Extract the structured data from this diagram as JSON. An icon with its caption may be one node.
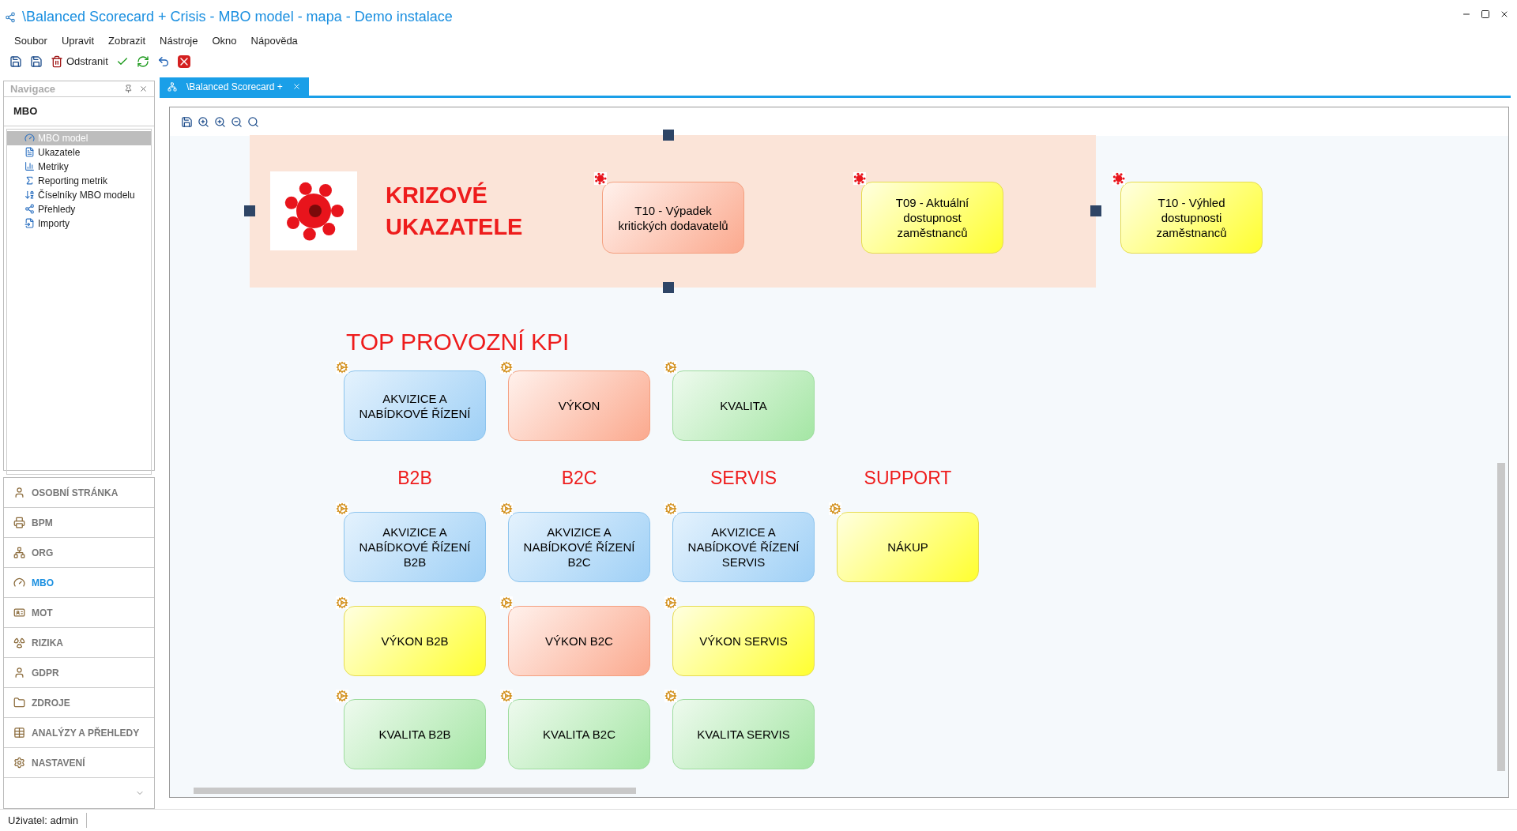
{
  "diagram": {
    "title": "\\Balanced Scorecard + Crisis - MBO model - mapa - Demo instalace",
    "nodes": [
      {
        "text": [
          "KRIZOVÉ UKAZATELE"
        ]
      },
      {
        "text": [
          "T10 - Výpadek kritických dodavatelů"
        ],
        "in": 0
      },
      {
        "text": [
          "T09 - Aktuální dostupnost zaměstnanců"
        ],
        "in": 0
      },
      {
        "text": [
          "T10 - Výhled dostupnosti zaměstnanců"
        ]
      },
      {
        "text": [
          "AKVIZICE A NABÍDKOVÉ ŘÍZENÍ"
        ]
      },
      {
        "text": [
          "VÝKON"
        ]
      },
      {
        "text": [
          "KVALITA"
        ]
      },
      {
        "text": [
          "AKVIZICE A NABÍDKOVÉ ŘÍZENÍ B2B"
        ]
      },
      {
        "text": [
          "AKVIZICE A NABÍDKOVÉ ŘÍZENÍ B2C"
        ]
      },
      {
        "text": [
          "AKVIZICE A NABÍDKOVÉ ŘÍZENÍ SERVIS"
        ]
      },
      {
        "text": [
          "NÁKUP"
        ]
      },
      {
        "text": [
          "VÝKON B2B"
        ]
      },
      {
        "text": [
          "VÝKON B2C"
        ]
      },
      {
        "text": [
          "VÝKON SERVIS"
        ]
      },
      {
        "text": [
          "KVALITA B2B"
        ]
      },
      {
        "text": [
          "KVALITA B2C"
        ]
      },
      {
        "text": [
          "KVALITA SERVIS"
        ]
      }
    ],
    "labels": [
      "Soubor",
      "Upravit",
      "Zobrazit",
      "Nástroje",
      "Okno",
      "Nápověda",
      "Odstranit",
      "Navigace",
      "\\Balanced Scorecard +",
      "MBO",
      "MBO model",
      "Ukazatele",
      "Metriky",
      "Reporting metrik",
      "Číselníky MBO modelu",
      "Přehledy",
      "Importy",
      "TOP PROVOZNÍ KPI",
      "B2B",
      "B2C",
      "SERVIS",
      "SUPPORT",
      "OSOBNÍ STRÁNKA",
      "BPM",
      "ORG",
      "MBO",
      "MOT",
      "RIZIKA",
      "GDPR",
      "ZDROJE",
      "ANALÝZY A PŘEHLEDY",
      "NASTAVENÍ",
      "Uživatel: admin"
    ]
  }
}
